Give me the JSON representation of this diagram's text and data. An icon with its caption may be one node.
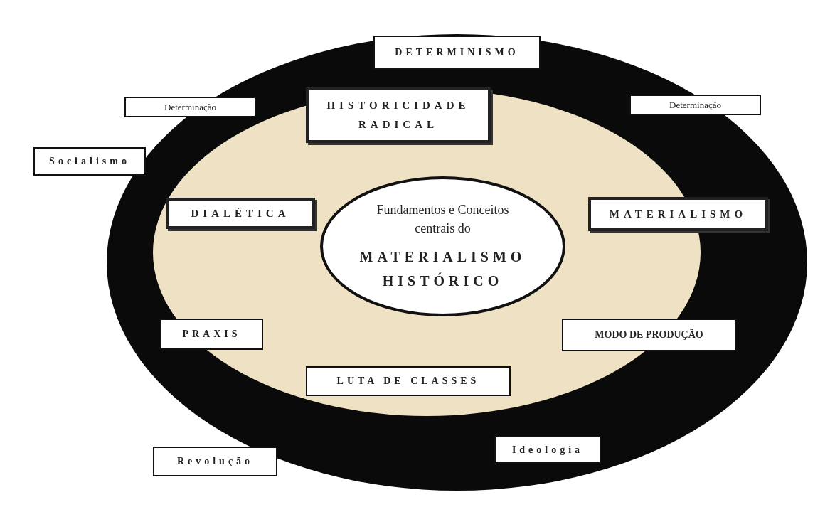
{
  "diagram": {
    "nodes": [
      {
        "text": [],
        "shape": "circle"
      },
      {
        "text": [],
        "shape": "circle",
        "in": 0
      },
      {
        "text": [
          "DETERMINISMO"
        ],
        "in": 0
      },
      {
        "text": [
          "HISTORICIDADE RADICAL"
        ],
        "in": 1
      },
      {
        "text": [
          "Determinação"
        ],
        "in": 0
      },
      {
        "text": [
          "Determinação"
        ],
        "in": 0
      },
      {
        "text": [
          "Socialismo"
        ]
      },
      {
        "text": [
          "DIALÉTICA"
        ],
        "in": 1
      },
      {
        "text": [
          "Fundamentos e Conceitos centrais do",
          "MATERIALISMO HISTÓRICO"
        ],
        "in": 1
      },
      {
        "text": [
          "MATERIALISMO"
        ],
        "in": 0
      },
      {
        "text": [
          "PRAXIS"
        ],
        "in": 1
      },
      {
        "text": [
          "MODO DE PRODUÇÃO"
        ],
        "in": 0
      },
      {
        "text": [
          "LUTA DE CLASSES"
        ],
        "in": 1
      },
      {
        "text": [
          "Revolução"
        ],
        "in": 0
      },
      {
        "text": [
          "Ideologia"
        ],
        "in": 0
      }
    ]
  }
}
